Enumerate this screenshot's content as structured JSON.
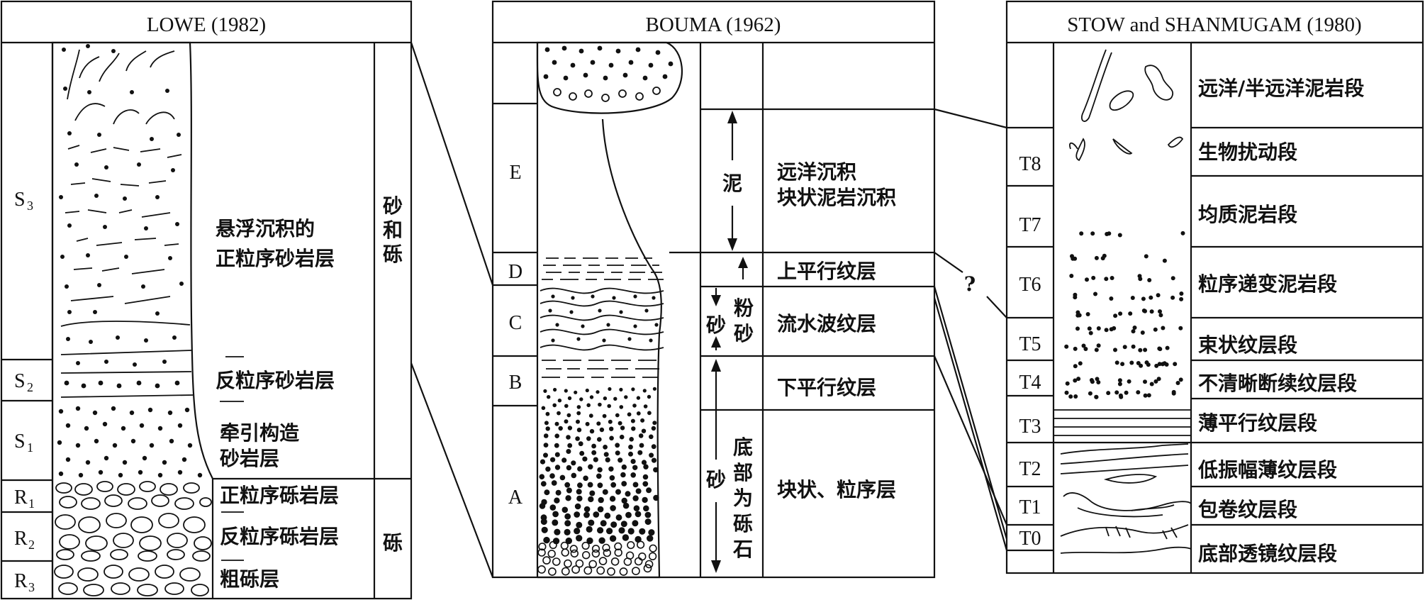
{
  "lowe": {
    "title": "LOWE (1982)",
    "units": [
      {
        "letter": "S",
        "sub": "3"
      },
      {
        "letter": "S",
        "sub": "2"
      },
      {
        "letter": "S",
        "sub": "1"
      },
      {
        "letter": "R",
        "sub": "1"
      },
      {
        "letter": "R",
        "sub": "2"
      },
      {
        "letter": "R",
        "sub": "3"
      }
    ],
    "desc": {
      "s3_line1": "悬浮沉积的",
      "s3_line2": "正粒序砂岩层",
      "s2": "反粒序砂岩层",
      "s1_line1": "牵引构造",
      "s1_line2": "砂岩层",
      "r1": "正粒序砾岩层",
      "r2": "反粒序砾岩层",
      "r3": "粗砾层"
    },
    "grain_sand_gravel": [
      "砂",
      "和",
      "砾"
    ],
    "grain_gravel": "砾"
  },
  "bouma": {
    "title": "BOUMA (1962)",
    "divisions": [
      "E",
      "D",
      "C",
      "B",
      "A"
    ],
    "grain_mud": "泥",
    "grain_silt": [
      "粉",
      "砂"
    ],
    "grain_silt_sand": "砂",
    "grain_sand_base": [
      "底",
      "部",
      "为",
      "砾",
      "石"
    ],
    "grain_sand": "砂",
    "desc": {
      "e_line1": "远洋沉积",
      "e_line2": "块状泥岩沉积",
      "d": "上平行纹层",
      "c": "流水波纹层",
      "b": "下平行纹层",
      "a": "块状、粒序层"
    }
  },
  "stow": {
    "title": "STOW and SHANMUGAM (1980)",
    "units": [
      "T8",
      "T7",
      "T6",
      "T5",
      "T4",
      "T3",
      "T2",
      "T1",
      "T0"
    ],
    "desc": {
      "pelagic": "远洋/半远洋泥岩段",
      "t8": "生物扰动段",
      "t7": "均质泥岩段",
      "t6": "粒序递变泥岩段",
      "t5": "束状纹层段",
      "t4": "不清晰断续纹层段",
      "t3": "薄平行纹层段",
      "t2": "低振幅薄纹层段",
      "t1": "包卷纹层段",
      "t0": "底部透镜纹层段"
    },
    "question_mark": "?"
  }
}
